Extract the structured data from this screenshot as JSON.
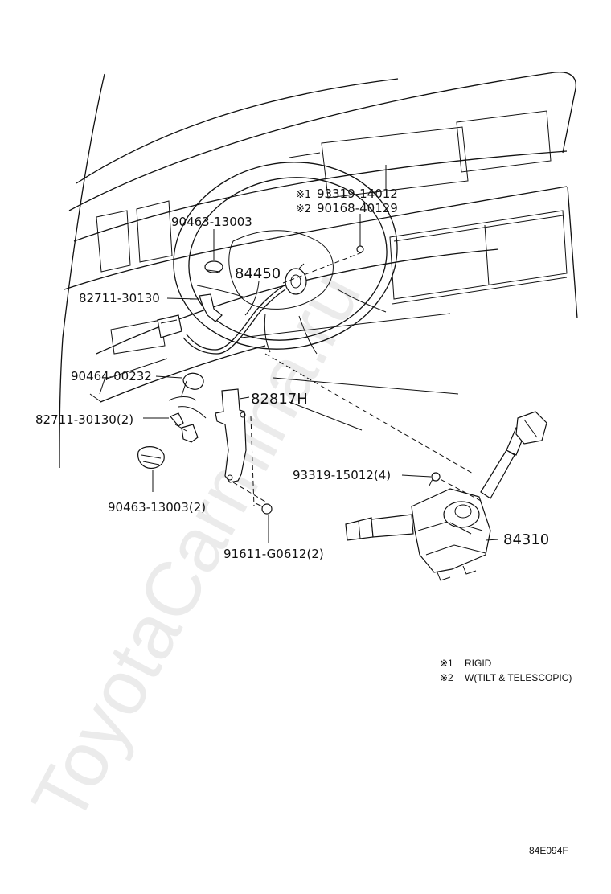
{
  "watermark": "ToyotaCarmina.ru",
  "drawing_code": "84E094F",
  "callouts": {
    "p1": "93319-14012",
    "p2": "90168-40129",
    "p3": "90463-13003",
    "p4": "84450",
    "p5": "82711-30130",
    "p6": "90464-00232",
    "p7": "82817H",
    "p8": "82711-30130(2)",
    "p9": "93319-15012(4)",
    "p10": "84310",
    "p11": "90463-13003(2)",
    "p12": "91611-G0612(2)"
  },
  "marks": {
    "m1": "※1",
    "m2": "※2"
  },
  "notes": {
    "n1_mark": "※1",
    "n1_text": "RIGID",
    "n2_mark": "※2",
    "n2_text": "W(TILT & TELESCOPIC)"
  }
}
